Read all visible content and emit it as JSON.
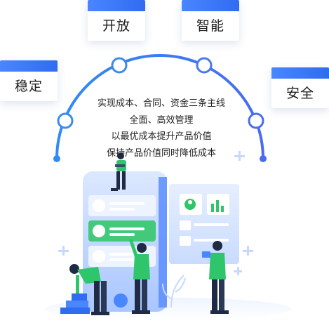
{
  "pillars": [
    {
      "label": "开放"
    },
    {
      "label": "智能"
    },
    {
      "label": "稳定"
    },
    {
      "label": "安全"
    }
  ],
  "description": {
    "lines": [
      "实现成本、合同、资金三条主线",
      "全面、高效管理",
      "以最优成本提升产品价值",
      "保持产品价值同时降低成本"
    ]
  },
  "colors": {
    "accent_blue": "#2f6cf0",
    "green": "#2fc56a",
    "phone_body": "#cfe0ff"
  }
}
